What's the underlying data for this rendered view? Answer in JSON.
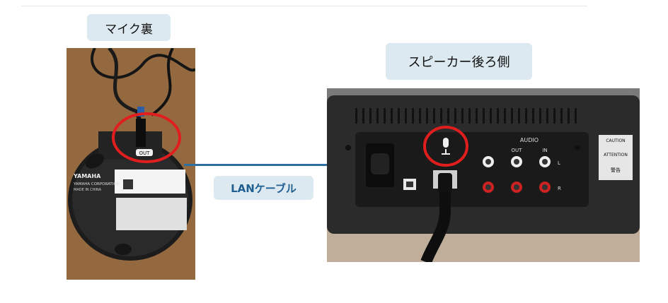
{
  "labels": {
    "mic_back": "マイク裏",
    "speaker_back": "スピーカー後ろ側",
    "lan_cable": "LANケーブル"
  },
  "mic_photo": {
    "brand": "YAMAHA",
    "company": "YAMAHA CORPORATION",
    "made_in": "MADE IN CHINA",
    "port_label": "OUT"
  },
  "speaker_photo": {
    "audio_label": "AUDIO",
    "out_label": "OUT",
    "in_label": "IN",
    "left_label": "L",
    "right_label": "R",
    "caution_title": "CAUTION",
    "attention_title": "ATTENTION",
    "warning_jp": "警告"
  },
  "colors": {
    "label_bg": "#dde9f0",
    "lan_text": "#1f5f92",
    "connector_line": "#2f6f9f",
    "highlight_circle": "#e01e1e"
  }
}
